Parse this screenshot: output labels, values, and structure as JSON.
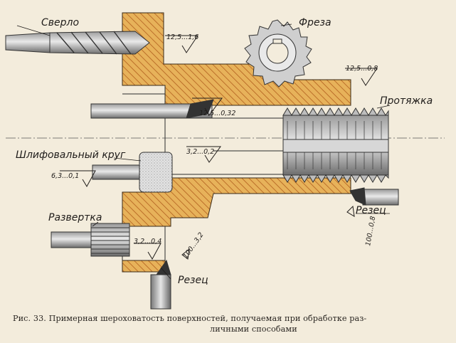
{
  "labels": {
    "sverlo": "Сверло",
    "freza": "Фреза",
    "protyazhka": "Протяжка",
    "shlif": "Шлифовальный круг",
    "razvertka": "Развертка",
    "rezec_right": "Резец",
    "rezec_bottom": "Резец"
  },
  "roughness": {
    "r1": "12,5...1,6",
    "r2": "12,5...0,8",
    "r3": "12,5...0,32",
    "r4": "3,2...0,2",
    "r5": "6,3...0,1",
    "r6": "3,2...0,4",
    "r7": "100...3,2",
    "r8": "100...0,8"
  },
  "caption": {
    "line1": "Рис. 33. Примерная шероховатость поверхностей, получаемая при обработке раз-",
    "line2": "личными способами"
  },
  "colors": {
    "part_fill": "#e7b25a",
    "hatch": "#b25f1e",
    "ink": "#1f1c1a",
    "paper": "#f3ecdc"
  }
}
